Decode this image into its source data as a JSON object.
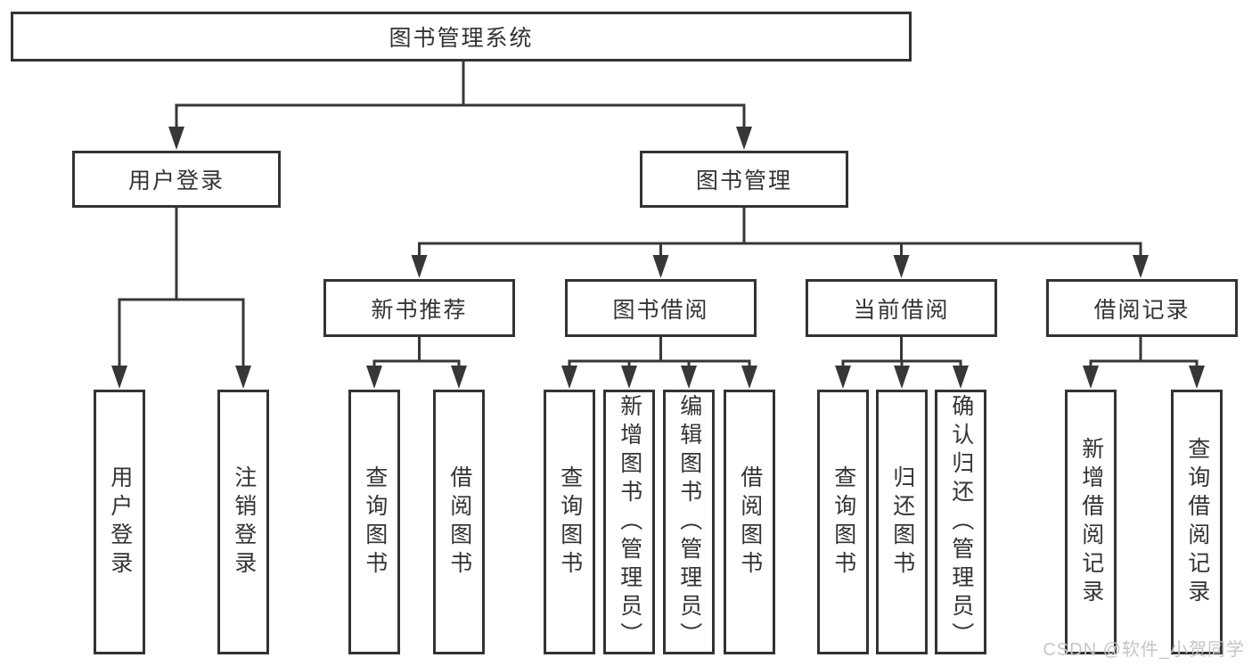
{
  "diagram_title": "图书管理系统",
  "watermark": "CSDN @软件_小贺同学",
  "colors": {
    "line": "#373737",
    "box_border": "#333333",
    "text": "#333333",
    "background": "#ffffff",
    "watermark": "#c5c5c5"
  },
  "tree": {
    "root": {
      "label": "图书管理系统"
    },
    "children": [
      {
        "label": "用户登录",
        "children": [
          {
            "label": "用户登录"
          },
          {
            "label": "注销登录"
          }
        ]
      },
      {
        "label": "图书管理",
        "children": [
          {
            "label": "新书推荐",
            "children": [
              {
                "label": "查询图书"
              },
              {
                "label": "借阅图书"
              }
            ]
          },
          {
            "label": "图书借阅",
            "children": [
              {
                "label": "查询图书"
              },
              {
                "label": "新增图书（管理员）"
              },
              {
                "label": "编辑图书（管理员）"
              },
              {
                "label": "借阅图书"
              }
            ]
          },
          {
            "label": "当前借阅",
            "children": [
              {
                "label": "查询图书"
              },
              {
                "label": "归还图书"
              },
              {
                "label": "确认归还（管理员）"
              }
            ]
          },
          {
            "label": "借阅记录",
            "children": [
              {
                "label": "新增借阅记录"
              },
              {
                "label": "查询借阅记录"
              }
            ]
          }
        ]
      }
    ]
  }
}
